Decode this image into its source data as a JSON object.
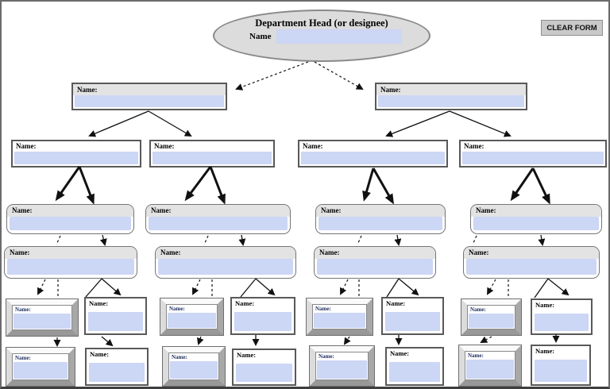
{
  "page": {
    "clear_form_label": "CLEAR FORM"
  },
  "org_chart": {
    "head_title": "Department Head (or designee)",
    "head_name_label": "Name",
    "node_label": "Name:"
  },
  "colors": {
    "input_field_blue": "#ccd6f5",
    "header_band_gray": "#e3e3e3",
    "ellipse_fill_gray": "#dcdcdc",
    "clear_button_gray": "#c9c9c9",
    "line_black": "#111111"
  }
}
